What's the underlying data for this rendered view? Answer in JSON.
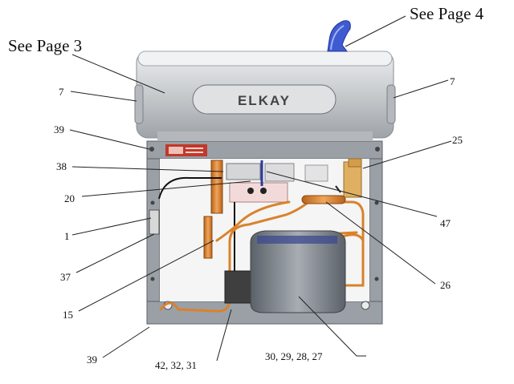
{
  "brand": "ELKAY",
  "references": {
    "page3": "See Page 3",
    "page4": "See Page 4"
  },
  "labels": {
    "l7_left": "7",
    "l7_right": "7",
    "l39_top": "39",
    "l38": "38",
    "l20": "20",
    "l1": "1",
    "l37": "37",
    "l15": "15",
    "l39_bottom": "39",
    "l42_32_31": "42, 32, 31",
    "l30_29_28_27": "30, 29, 28, 27",
    "l26": "26",
    "l47": "47",
    "l25": "25"
  },
  "colors": {
    "frame": "#9aa0a6",
    "basin": "#d3d5d8",
    "copper": "#d9822b",
    "bubbler": "#3f5bd1",
    "warning_label": "#c0392b",
    "compressor": "#7d848c"
  }
}
